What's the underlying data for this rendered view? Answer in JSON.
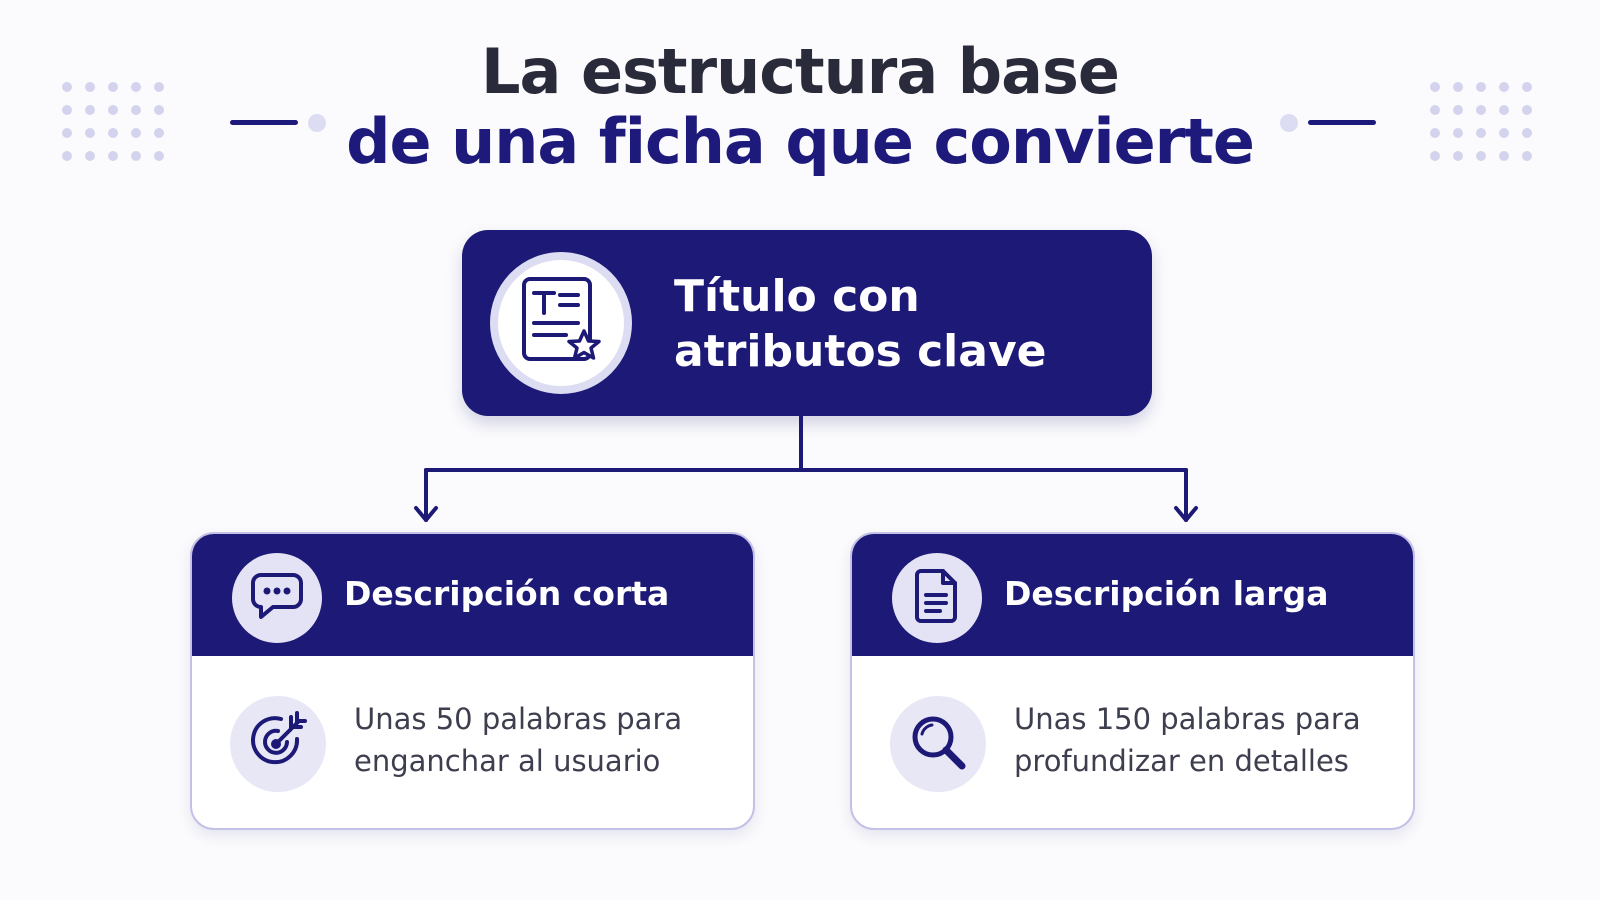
{
  "title": {
    "line1": "La estructura base",
    "line2": "de una ficha que convierte"
  },
  "top_node": {
    "label_line1": "Título con",
    "label_line2": "atributos clave",
    "icon": "title-document-star-icon"
  },
  "cards": [
    {
      "header": "Descripción corta",
      "header_icon": "chat-bubble-icon",
      "body_line1": "Unas 50 palabras para",
      "body_line2": "enganchar al usuario",
      "body_icon": "target-icon"
    },
    {
      "header": "Descripción larga",
      "header_icon": "document-icon",
      "body_line1": "Unas 150 palabras para",
      "body_line2": "profundizar en detalles",
      "body_icon": "magnifier-icon"
    }
  ],
  "colors": {
    "primary": "#1d1977",
    "title_dark": "#2a2b3a",
    "accent_light": "#e4e3f6",
    "card_border": "#c3c1e6"
  }
}
